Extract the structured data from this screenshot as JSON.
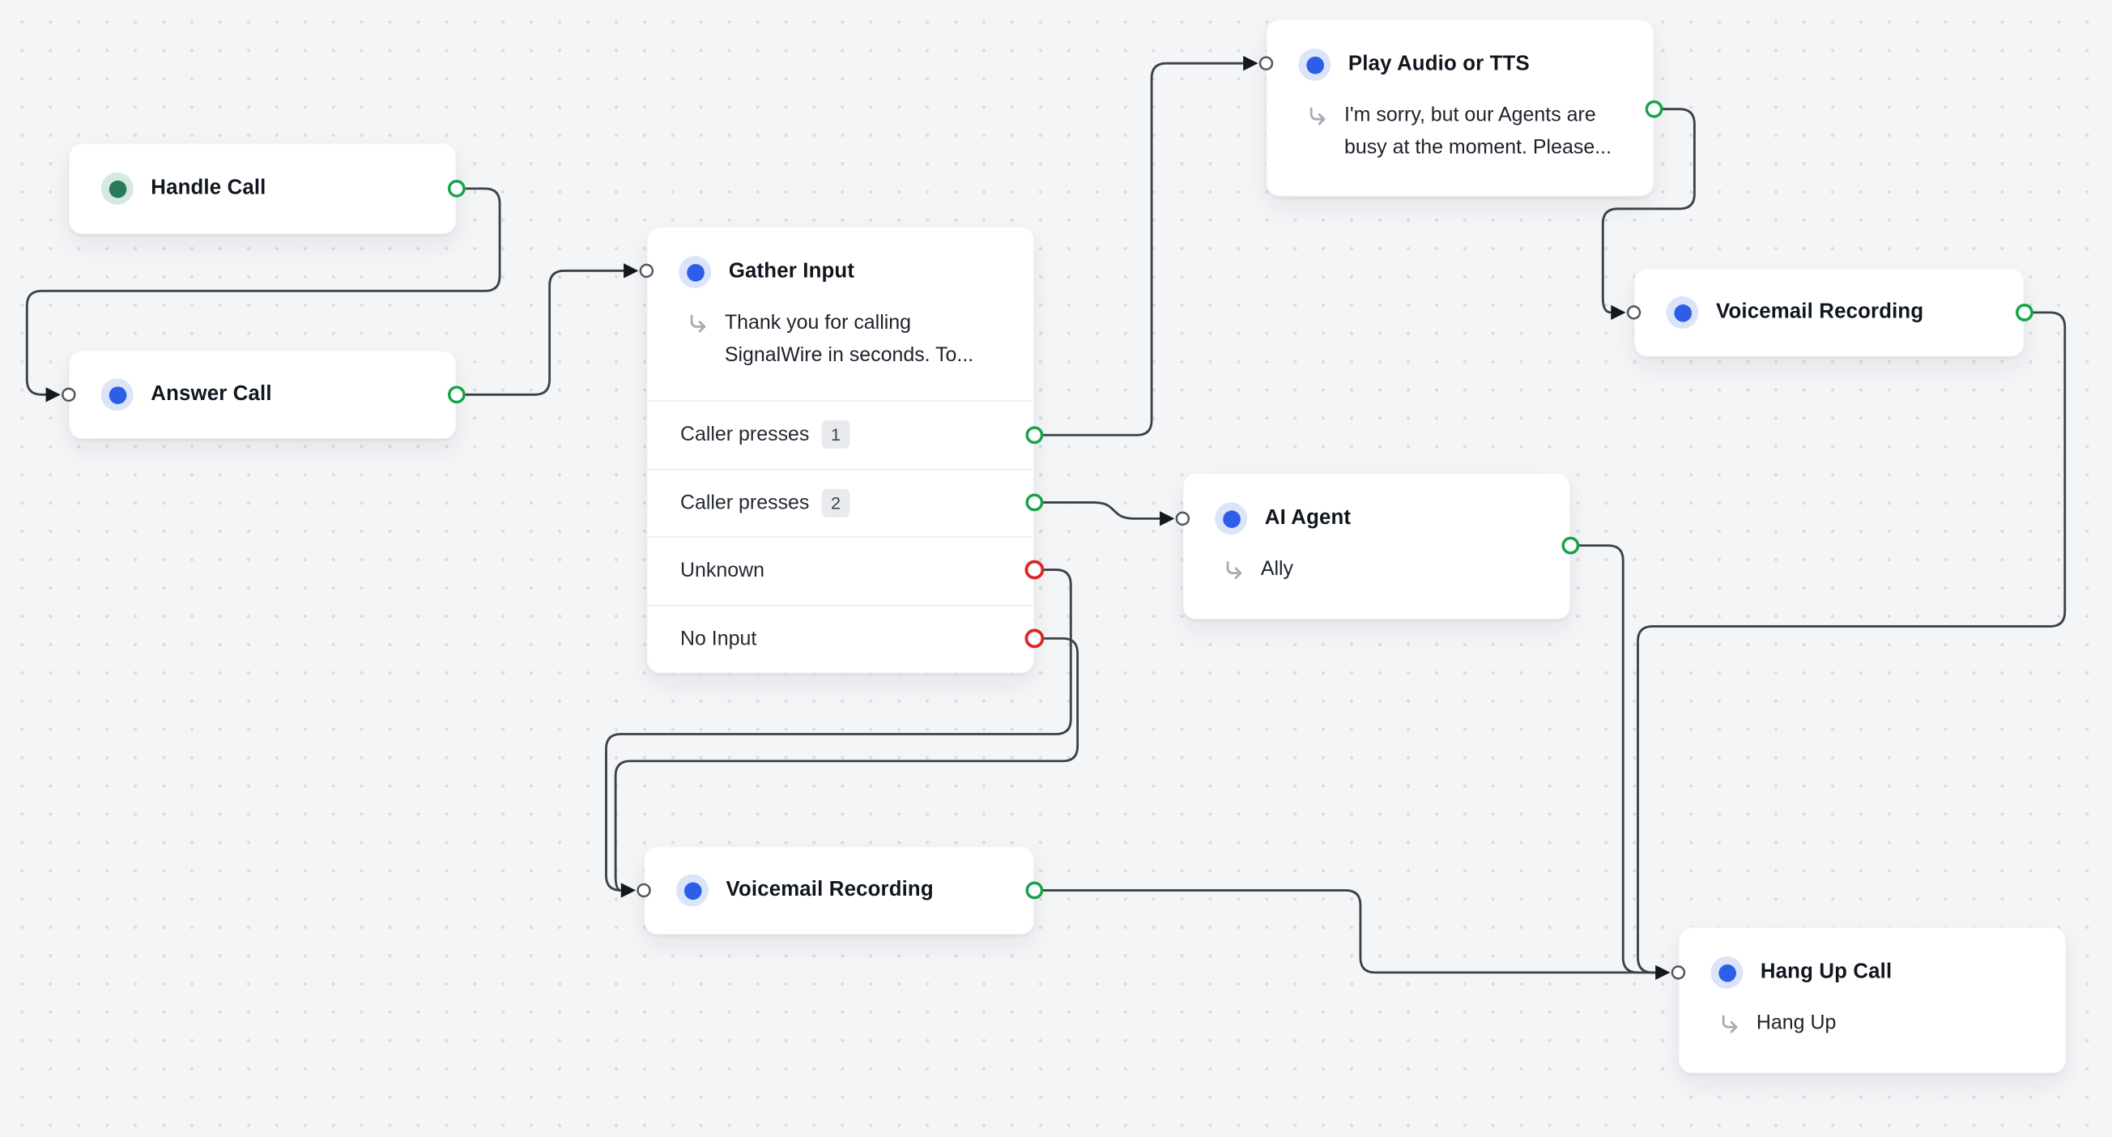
{
  "canvas": {
    "background": "#f4f5f7",
    "dot_color": "#dadbe0"
  },
  "colors": {
    "edge": "#3b4148",
    "port_success": "#16a34a",
    "port_error": "#dc2626",
    "accent_blue": "#2c5ee8",
    "accent_green": "#287a5b"
  },
  "nodes": {
    "handle_call": {
      "title": "Handle Call"
    },
    "answer_call": {
      "title": "Answer Call"
    },
    "gather_input": {
      "title": "Gather Input",
      "prompt": "Thank you for calling SignalWire in seconds. To...",
      "outputs": [
        {
          "label": "Caller presses",
          "badge": "1",
          "type": "success"
        },
        {
          "label": "Caller presses",
          "badge": "2",
          "type": "success"
        },
        {
          "label": "Unknown",
          "badge": "",
          "type": "error"
        },
        {
          "label": "No Input",
          "badge": "",
          "type": "error"
        }
      ]
    },
    "play_audio_tts": {
      "title": "Play Audio or TTS",
      "prompt": "I'm sorry, but our Agents are busy at the moment. Please..."
    },
    "voicemail_recording_top": {
      "title": "Voicemail Recording"
    },
    "ai_agent": {
      "title": "AI Agent",
      "prompt": "Ally"
    },
    "voicemail_recording_bottom": {
      "title": "Voicemail Recording"
    },
    "hang_up_call": {
      "title": "Hang Up Call",
      "prompt": "Hang Up"
    }
  },
  "edges": [
    {
      "from": "handle_call",
      "to": "answer_call"
    },
    {
      "from": "answer_call",
      "to": "gather_input"
    },
    {
      "from": "gather_input.caller_presses_1",
      "to": "play_audio_tts"
    },
    {
      "from": "gather_input.caller_presses_2",
      "to": "ai_agent"
    },
    {
      "from": "gather_input.unknown",
      "to": "voicemail_recording_bottom"
    },
    {
      "from": "gather_input.no_input",
      "to": "voicemail_recording_bottom"
    },
    {
      "from": "play_audio_tts",
      "to": "voicemail_recording_top"
    },
    {
      "from": "voicemail_recording_top",
      "to": "hang_up_call"
    },
    {
      "from": "ai_agent",
      "to": "hang_up_call"
    },
    {
      "from": "voicemail_recording_bottom",
      "to": "hang_up_call"
    }
  ]
}
